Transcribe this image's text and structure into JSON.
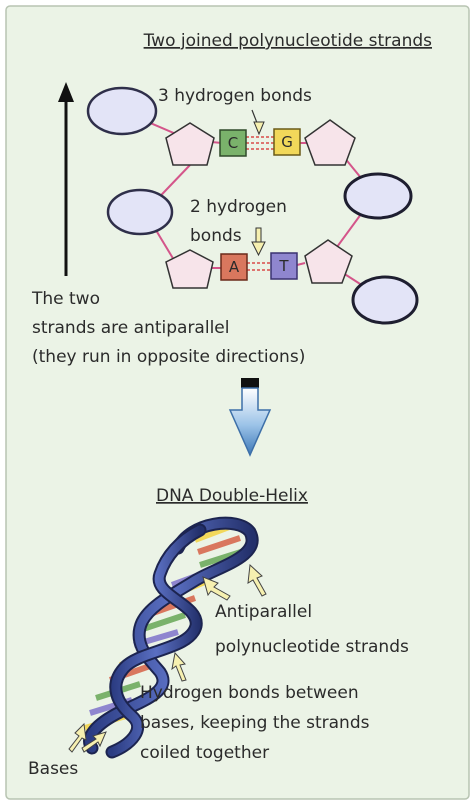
{
  "title_strands": "Two joined polynucleotide strands",
  "bond_label_3": "3 hydrogen bonds",
  "bond_label_2": [
    "2 hydrogen",
    "bonds"
  ],
  "antiparallel_note": [
    "The two",
    "strands are antiparallel",
    "(they run in opposite directions)"
  ],
  "bases": {
    "c": "C",
    "g": "G",
    "a": "A",
    "t": "T"
  },
  "title_helix": "DNA Double-Helix",
  "helix_label_strands": [
    "Antiparallel",
    "polynucleotide strands"
  ],
  "helix_label_bonds": [
    "Hydrogen bonds between",
    "bases, keeping the strands",
    "coiled together"
  ],
  "helix_label_bases": "Bases",
  "colors": {
    "panel": "#ebf3e6",
    "sugar": "#f7e4ea",
    "phosphate": "#e3e4f7",
    "cytosine": "#7ab26b",
    "guanine": "#f2d85a",
    "adenine": "#d9775e",
    "thymine": "#8f86cf",
    "backbone_link": "#d4558a",
    "hbond": "#d52a2a"
  }
}
